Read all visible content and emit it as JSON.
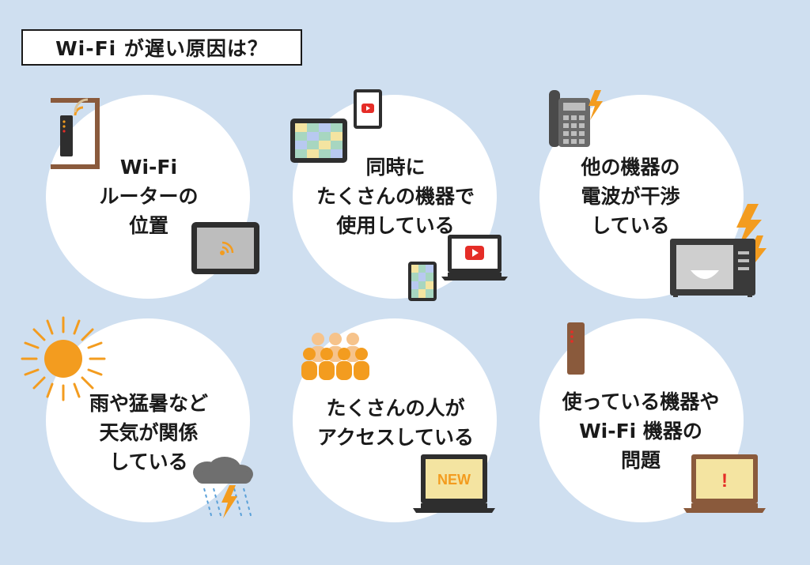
{
  "title": "Wi-Fi が遅い原因は？",
  "causes": [
    {
      "lines": [
        "Wi-Fi",
        "ルーターの",
        "位置"
      ]
    },
    {
      "lines": [
        "同時に",
        "たくさんの機器で",
        "使用している"
      ]
    },
    {
      "lines": [
        "他の機器の",
        "電波が干渉",
        "している"
      ]
    },
    {
      "lines": [
        "雨や猛暑など",
        "天気が関係",
        "している"
      ]
    },
    {
      "lines": [
        "たくさんの人が",
        "アクセスしている"
      ]
    },
    {
      "lines": [
        "使っている機器や",
        "Wi-Fi 機器の",
        "問題"
      ]
    }
  ],
  "screen_texts": {
    "new": "NEW",
    "warning": "!"
  },
  "colors": {
    "background": "#cfdff0",
    "accent_orange": "#f39c1f",
    "dark_gray": "#3a3a3a",
    "brown": "#8a5a3c",
    "youtube_red": "#e52d27"
  }
}
